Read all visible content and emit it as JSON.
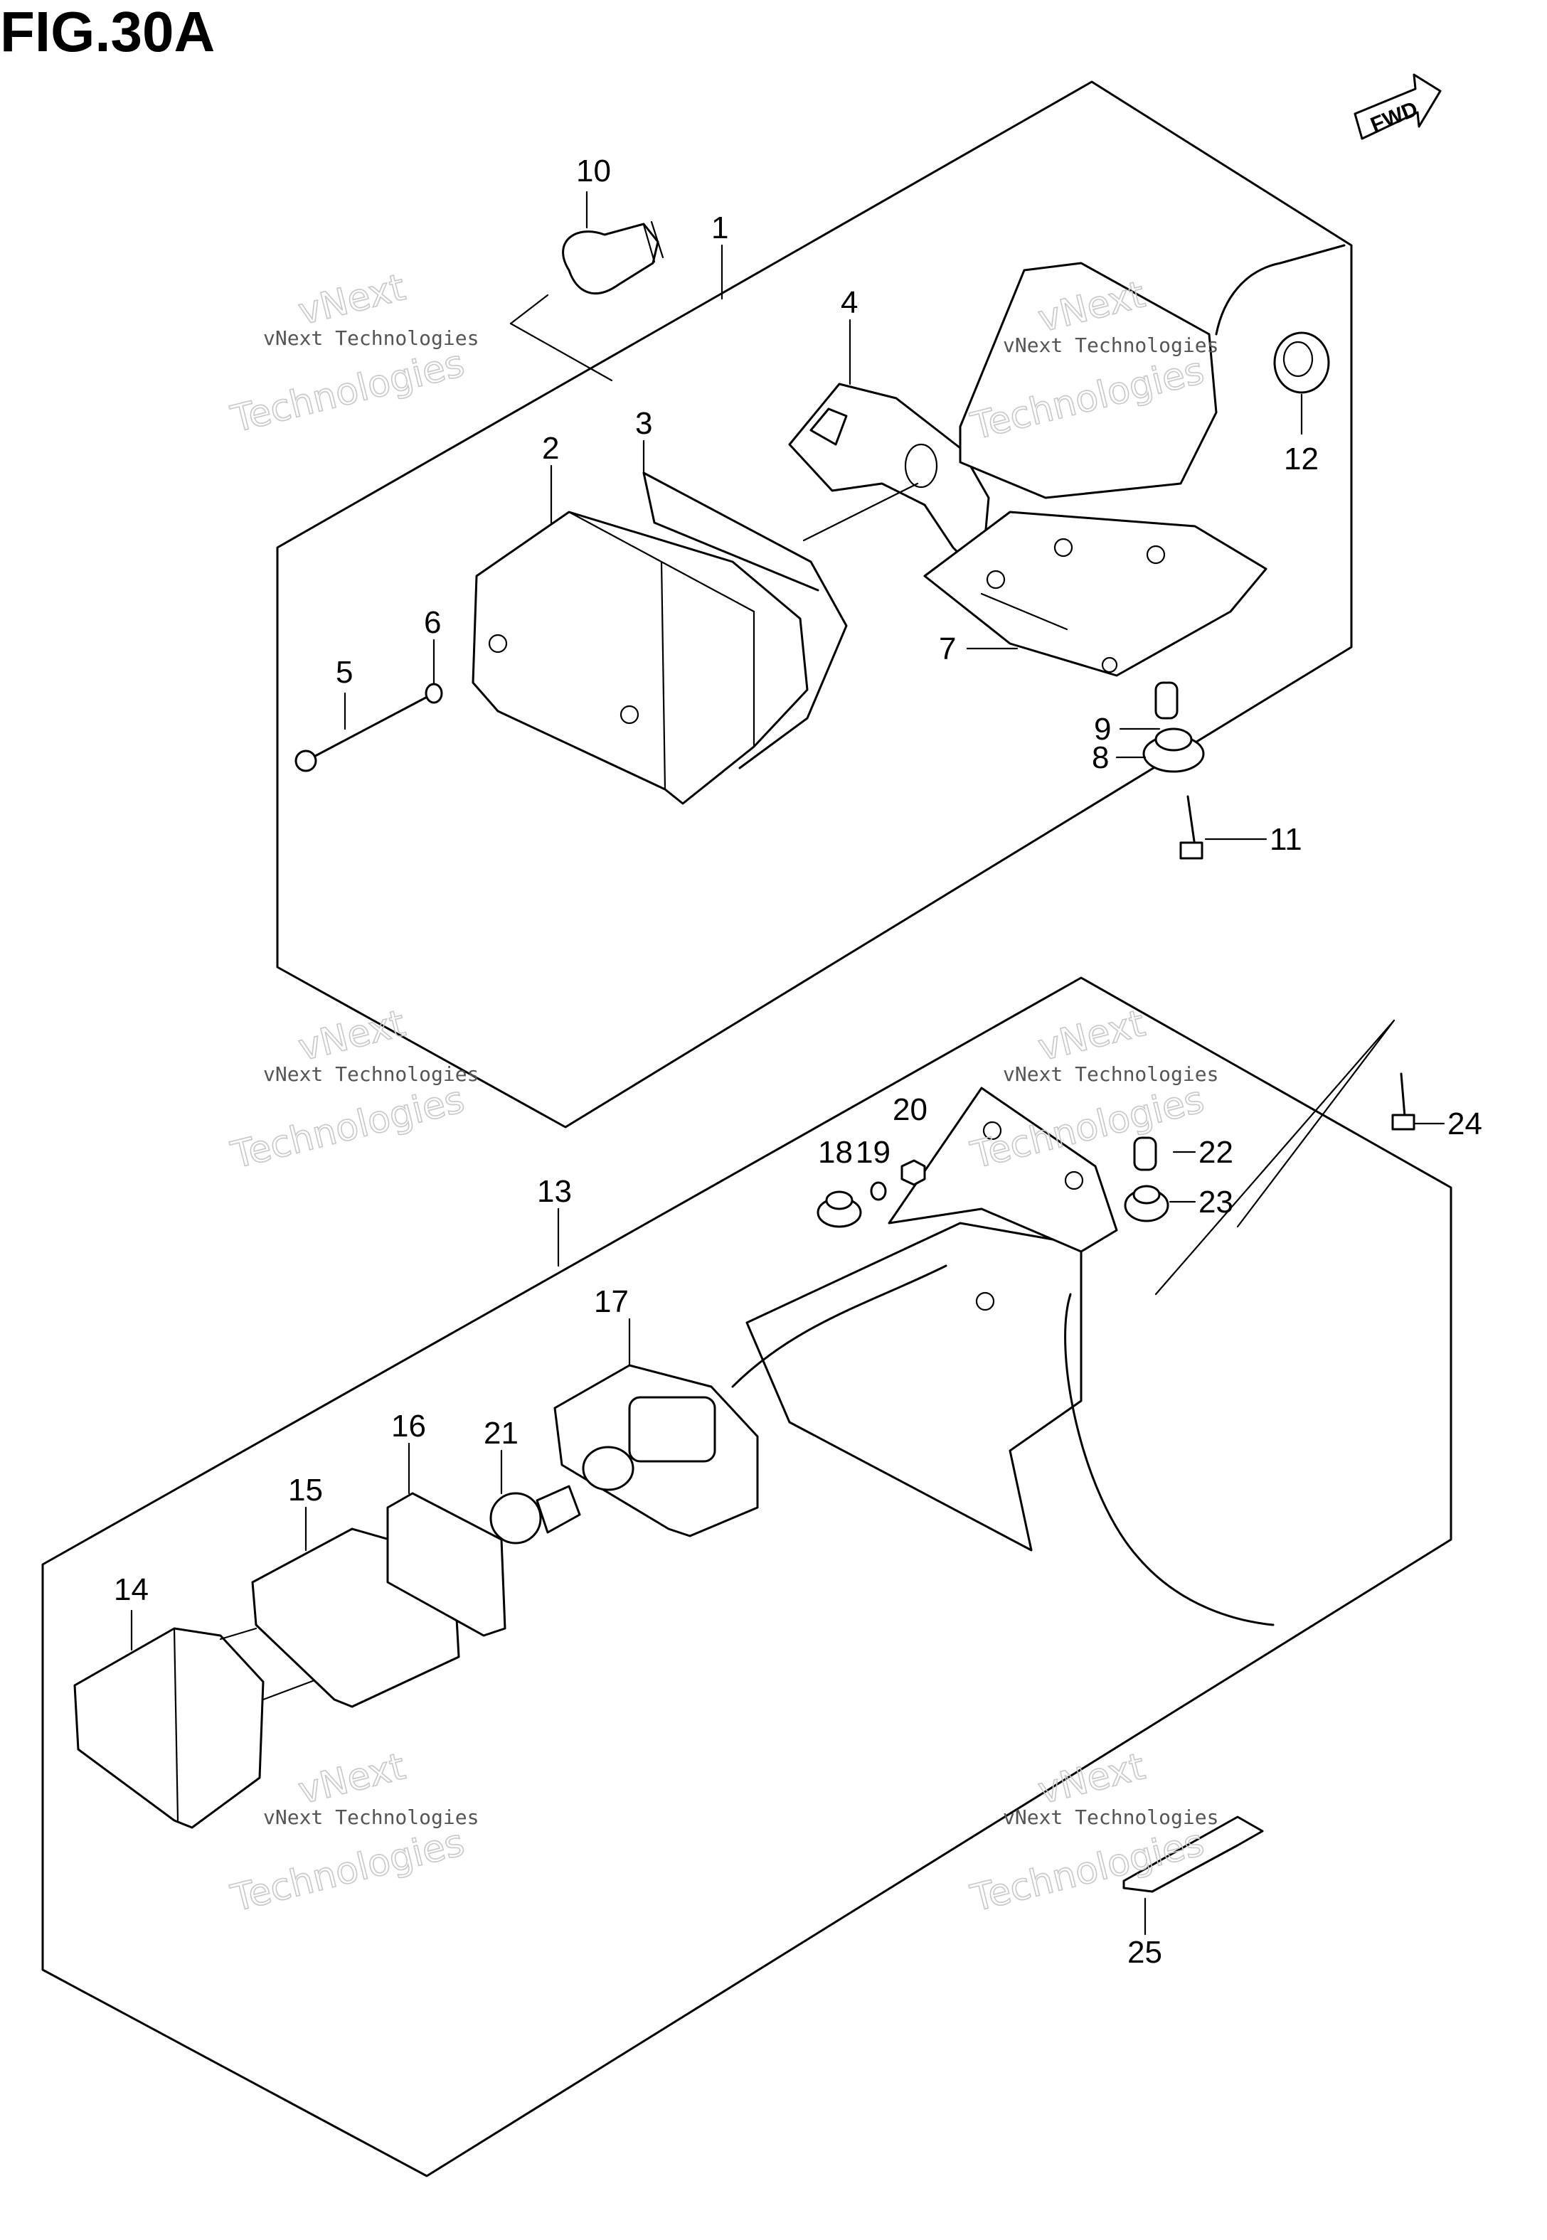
{
  "figure_title": "FIG.30A",
  "fwd_label": "FWD",
  "watermark": {
    "line1": "vNext Technologies",
    "line2": "vNext",
    "line3": "Technologies"
  },
  "part_numbers": {
    "p1": "1",
    "p2": "2",
    "p3": "3",
    "p4": "4",
    "p5": "5",
    "p6": "6",
    "p7": "7",
    "p8": "8",
    "p9": "9",
    "p10": "10",
    "p11": "11",
    "p12": "12",
    "p13": "13",
    "p14": "14",
    "p15": "15",
    "p16": "16",
    "p17": "17",
    "p18": "18",
    "p19": "19",
    "p20": "20",
    "p21": "21",
    "p22": "22",
    "p23": "23",
    "p24": "24",
    "p25": "25"
  }
}
